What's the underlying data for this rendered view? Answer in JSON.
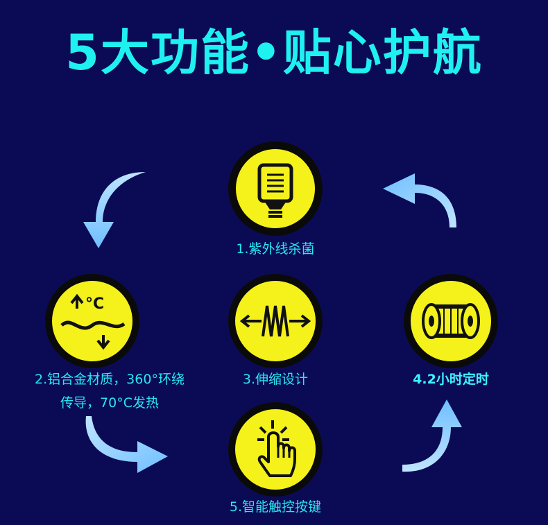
{
  "title": "5大功能•贴心护航",
  "features": [
    {
      "label": "1.紫外线杀菌",
      "icon": "uv-lamp-icon"
    },
    {
      "label_line1": "2.铝合金材质，360°环绕",
      "label_line2": "传导，70°C发热",
      "icon": "heat-conduction-icon"
    },
    {
      "label": "3.伸缩设计",
      "icon": "telescopic-icon"
    },
    {
      "label": "4.2小时定时",
      "icon": "timer-roll-icon"
    },
    {
      "label": "5.智能触控按键",
      "icon": "touch-button-icon"
    }
  ],
  "colors": {
    "background": "#0b0b55",
    "title": "#1ff0f0",
    "badge_fill": "#f4f21a",
    "badge_ring": "#0a0a0a",
    "arrow": "#7fc8ff"
  }
}
